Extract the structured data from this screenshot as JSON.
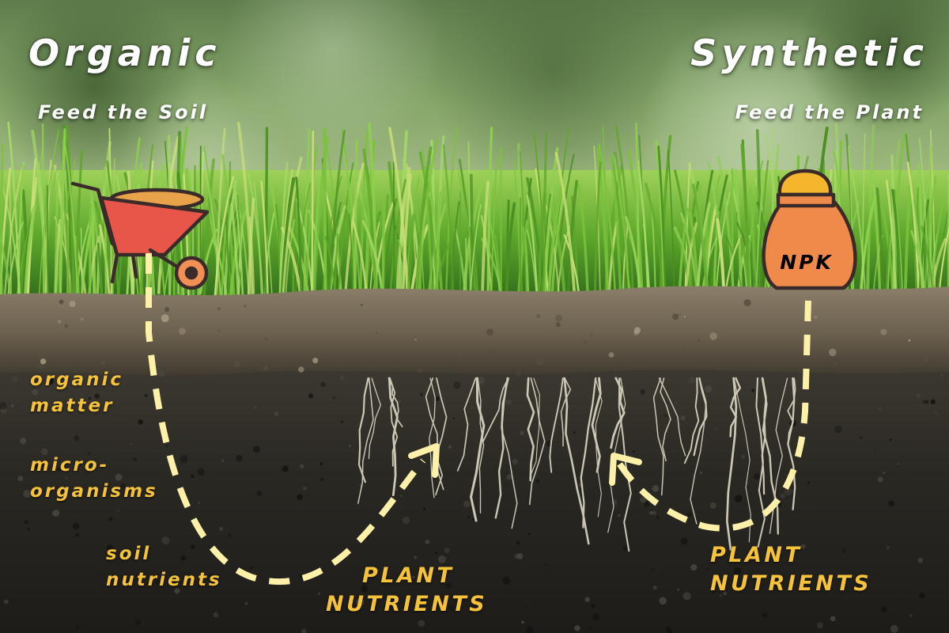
{
  "organic": {
    "title": "Organic",
    "subtitle": "Feed the Soil",
    "soil_labels": [
      [
        "organic",
        "matter"
      ],
      [
        "micro-",
        "organisms"
      ],
      [
        "soil",
        "nutrients"
      ]
    ],
    "result_label": [
      "PLANT",
      "NUTRIENTS"
    ],
    "icon": "wheelbarrow-icon"
  },
  "synthetic": {
    "title": "Synthetic",
    "subtitle": "Feed the Plant",
    "bag_label": "NPK",
    "result_label": [
      "PLANT",
      "NUTRIENTS"
    ],
    "icon": "fertilizer-bag-icon"
  },
  "colors": {
    "label_yellow": "#f5c23c",
    "arrow_cream": "#fdf0a8",
    "wheelbarrow_red": "#e8564a",
    "bag_orange": "#f08a4b",
    "outline": "#3b2a2a"
  }
}
